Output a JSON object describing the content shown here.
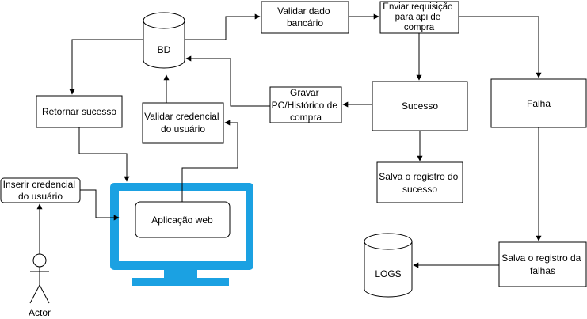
{
  "colors": {
    "stroke": "#000000",
    "fill": "#ffffff",
    "monitor": "#1ba1e2"
  },
  "nodes": {
    "bd": "BD",
    "validar_dado": [
      "Validar dado",
      "bancário"
    ],
    "enviar_requisicao": [
      "Enviar requisição",
      "para api de",
      "compra"
    ],
    "retornar_sucesso": "Retornar sucesso",
    "validar_credencial": [
      "Validar credencial",
      "do usuário"
    ],
    "gravar_pc": [
      "Gravar",
      "PC/Histórico de",
      "compra"
    ],
    "sucesso": "Sucesso",
    "falha": "Falha",
    "salva_sucesso": [
      "Salva o registro do",
      "sucesso"
    ],
    "inserir_credencial": [
      "Inserir credencial",
      "do usuário"
    ],
    "aplicacao_web": "Aplicação web",
    "logs": "LOGS",
    "salva_falhas": [
      "Salva o registro da",
      "falhas"
    ],
    "actor": "Actor"
  }
}
